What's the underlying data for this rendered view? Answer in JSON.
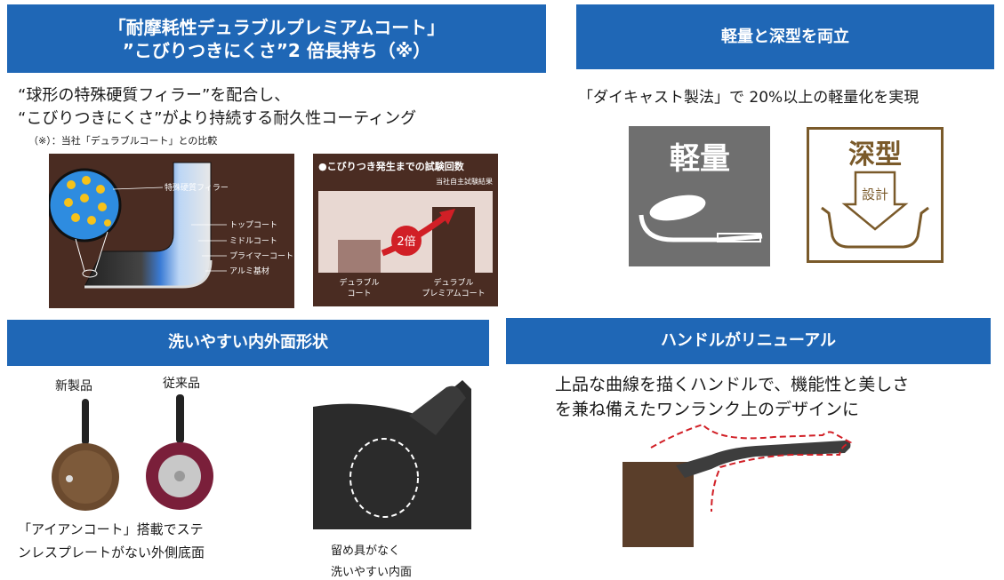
{
  "sections": {
    "coating": {
      "title_line1": "「耐摩耗性デュラブルプレミアムコート」",
      "title_line2": "”こびりつきにくさ”2 倍長持ち（※）",
      "desc_line1": "“球形の特殊硬質フィラー”を配合し、",
      "desc_line2": "“こびりつきにくさ”がより持続する耐久性コーティング",
      "note": "（※）：当社「デュラブルコート」との比較",
      "diagram_labels": {
        "filler": "特殊硬質フィラー",
        "top": "トップコート",
        "middle": "ミドルコート",
        "primer": "プライマーコート",
        "base": "アルミ基材"
      },
      "chart_title": "●こびりつき発生までの試験回数",
      "chart_subtitle": "当社自主試験結果",
      "chart_badge": "2倍"
    },
    "light": {
      "title": "軽量と深型を両立",
      "desc": "「ダイキャスト製法」で 20%以上の軽量化を実現",
      "icon_light": "軽量",
      "icon_deep": "深型",
      "icon_design": "設計"
    },
    "wash": {
      "title": "洗いやすい内外面形状",
      "label_new": "新製品",
      "label_old": "従来品",
      "desc_line1": "「アイアンコート」搭載でステ",
      "desc_line2": "ンレスプレートがない外側底面",
      "inside_line1": "留め具がなく",
      "inside_line2": "洗いやすい内面"
    },
    "handle": {
      "title": "ハンドルがリニューアル",
      "desc_line1": "上品な曲線を描くハンドルで、機能性と美しさ",
      "desc_line2": "を兼ね備えたワンランク上のデザインに"
    }
  },
  "chart_data": {
    "type": "bar",
    "title": "●こびりつき発生までの試験回数",
    "subtitle": "当社自主試験結果",
    "categories": [
      "デュラブルコート",
      "デュラブルプレミアムコート"
    ],
    "category_lines": [
      [
        "デュラブル",
        "コート"
      ],
      [
        "デュラブル",
        "プレミアムコート"
      ]
    ],
    "values": [
      1,
      2
    ],
    "annotation": "2倍"
  },
  "colors": {
    "banner": "#1f67b6",
    "panel_brown": "#4a2c22",
    "accent_red": "#d11f26",
    "icon_gray": "#6f6f6f",
    "icon_brown": "#7a5a2a"
  }
}
